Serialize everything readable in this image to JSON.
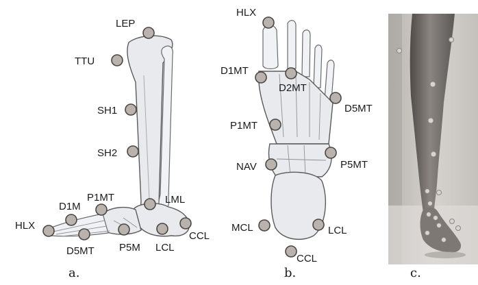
{
  "panels": [
    {
      "caption": "a.",
      "markers": [
        {
          "label": "LEP"
        },
        {
          "label": "TTU"
        },
        {
          "label": "SH1"
        },
        {
          "label": "SH2"
        },
        {
          "label": "P1MT"
        },
        {
          "label": "D1M"
        },
        {
          "label": "LML"
        },
        {
          "label": "HLX"
        },
        {
          "label": "D5MT"
        },
        {
          "label": "P5M"
        },
        {
          "label": "LCL"
        },
        {
          "label": "CCL"
        }
      ]
    },
    {
      "caption": "b.",
      "markers": [
        {
          "label": "HLX"
        },
        {
          "label": "D1MT"
        },
        {
          "label": "D2MT"
        },
        {
          "label": "D5MT"
        },
        {
          "label": "P1MT"
        },
        {
          "label": "P5MT"
        },
        {
          "label": "NAV"
        },
        {
          "label": "MCL"
        },
        {
          "label": "LCL"
        },
        {
          "label": "CCL"
        }
      ]
    },
    {
      "caption": "c."
    }
  ],
  "colors": {
    "marker_fill": "#b9b2ad",
    "marker_stroke": "#4a4644",
    "bone_fill": "#e9eaee",
    "photo_background": "#c9c6c2",
    "skin_dark": "#6e6a67"
  }
}
